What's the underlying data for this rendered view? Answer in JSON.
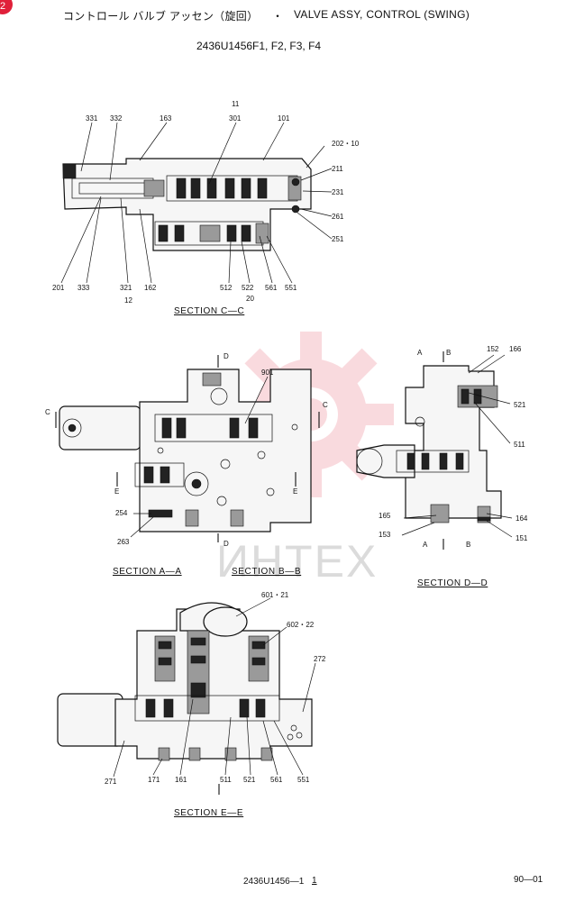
{
  "header": {
    "badge": "2",
    "title_jp": "コントロール バルブ アッセン（旋回）",
    "separator": "・",
    "title_en": "VALVE ASSY, CONTROL (SWING)",
    "part_numbers": "2436U1456F1, F2, F3, F4"
  },
  "sections": {
    "cc": "SECTION  C—C",
    "aa": "SECTION  A—A",
    "bb": "SECTION  B—B",
    "dd": "SECTION  D—D",
    "ee": "SECTION  E—E"
  },
  "callouts": {
    "cc": [
      "331",
      "332",
      "163",
      "11",
      "301",
      "101",
      "202・10",
      "211",
      "231",
      "261",
      "251",
      "201",
      "333",
      "321",
      "12",
      "162",
      "512",
      "522",
      "20",
      "561",
      "551"
    ],
    "ab": [
      "901",
      "254",
      "263"
    ],
    "dd": [
      "152",
      "166",
      "521",
      "511",
      "165",
      "153",
      "164",
      "151"
    ],
    "ee": [
      "601・21",
      "602・22",
      "272",
      "271",
      "171",
      "161",
      "511",
      "521",
      "561",
      "551"
    ]
  },
  "cut_marks": {
    "d_top": "D",
    "d_bottom": "D",
    "c_left": "C",
    "c_right": "C",
    "e_left": "E",
    "e_right": "E",
    "a_top": "A",
    "b_top": "B",
    "a_bottom": "A",
    "b_bottom": "B"
  },
  "watermark": "ИНТЕХ",
  "footer": {
    "drawing_no": "2436U1456—1",
    "sheet_mark": "1",
    "page": "90—01"
  },
  "colors": {
    "watermark": "#e0203a",
    "ink": "#111111"
  }
}
